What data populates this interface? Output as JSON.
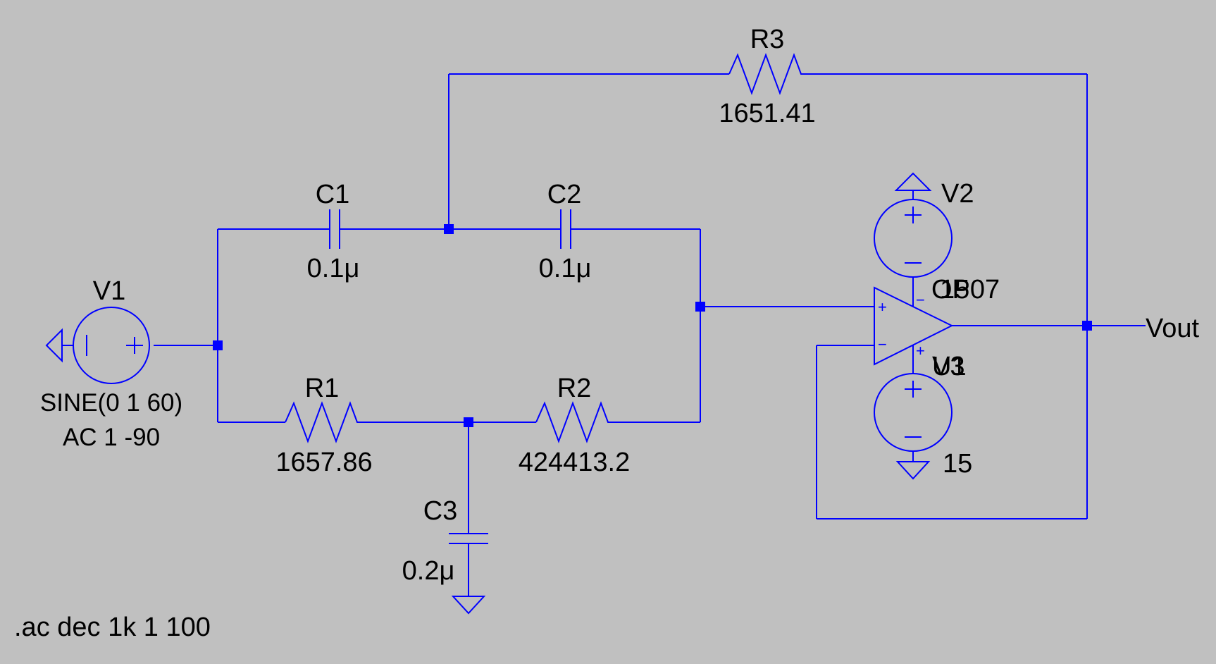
{
  "components": {
    "V1": {
      "name": "V1",
      "value_line1": "SINE(0 1 60)",
      "value_line2": "AC 1 -90"
    },
    "V2": {
      "name": "V2"
    },
    "V3": {
      "name": "V3",
      "value": "15"
    },
    "C1": {
      "name": "C1",
      "value": "0.1μ"
    },
    "C2": {
      "name": "C2",
      "value": "0.1μ"
    },
    "C3": {
      "name": "C3",
      "value": "0.2μ"
    },
    "R1": {
      "name": "R1",
      "value": "1657.86"
    },
    "R2": {
      "name": "R2",
      "value": "424413.2"
    },
    "R3": {
      "name": "R3",
      "value": "1651.41"
    },
    "U1": {
      "name": "U1",
      "model": "OP07",
      "supply_pos_value": "15"
    }
  },
  "net_labels": {
    "vout": "Vout"
  },
  "directive": ".ac dec 1k 1 100",
  "colors": {
    "background": "#c0c0c0",
    "wire": "#0000ff",
    "text": "#000000"
  }
}
